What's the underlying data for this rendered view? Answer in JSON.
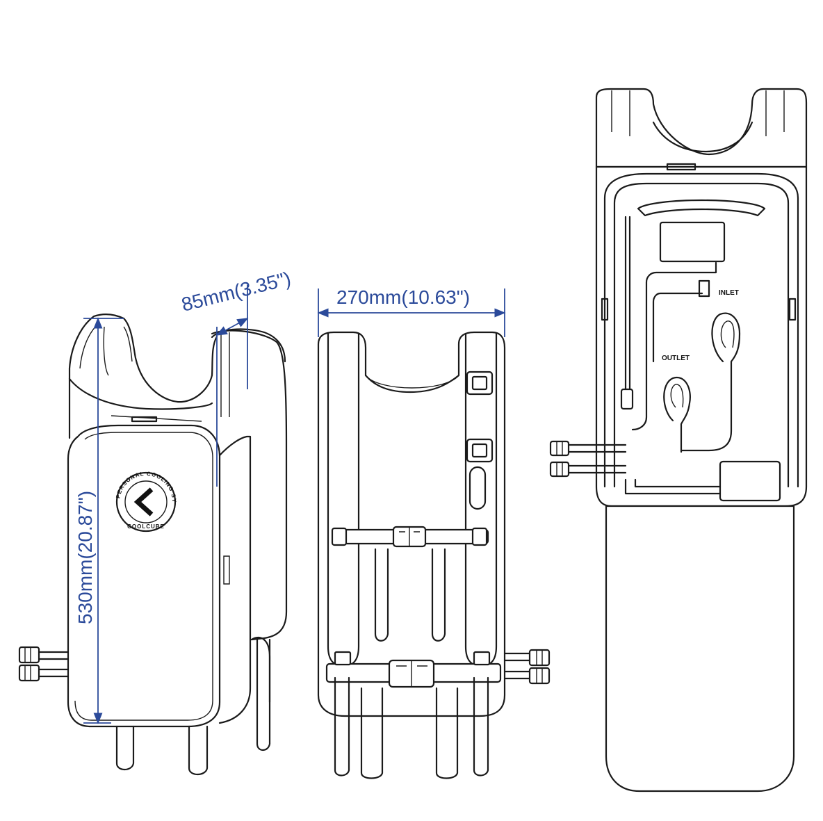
{
  "dimensions": {
    "height": "530mm(20.87\")",
    "depth": "85mm(3.35\")",
    "width": "270mm(10.63\")"
  },
  "logo": {
    "ring_text": "PERSONAL COOLING SYSTEM",
    "brand_text": "COOLCUBE"
  },
  "labels": {
    "inlet": "INLET",
    "outlet": "OUTLET"
  },
  "colors": {
    "line": "#1a1a1a",
    "dimension": "#2b4a9a"
  }
}
